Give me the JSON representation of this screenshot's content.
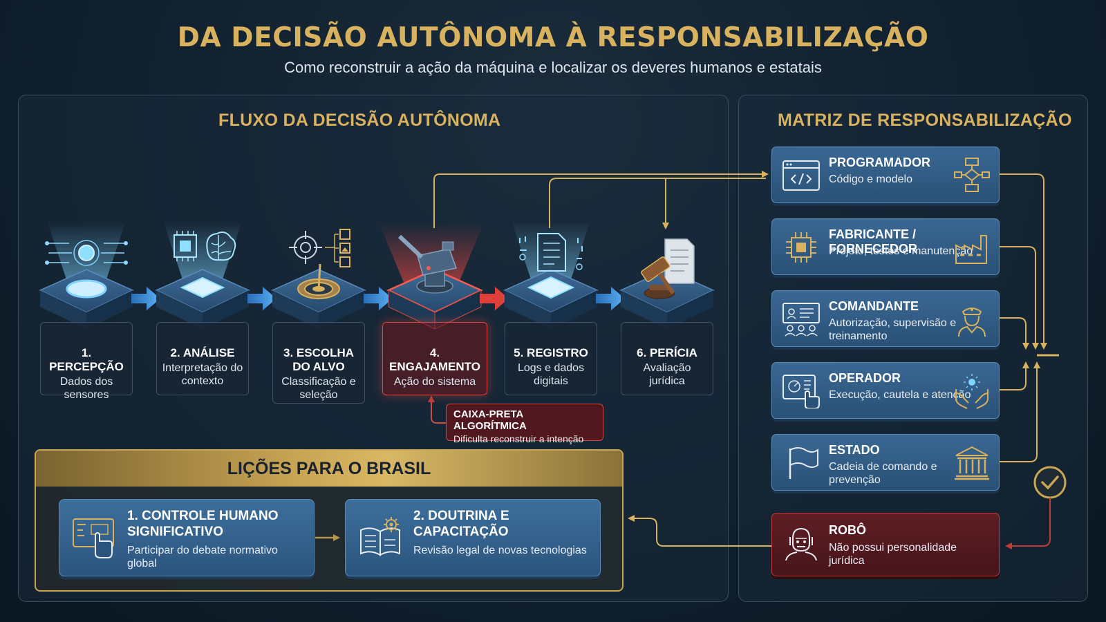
{
  "title": "DA DECISÃO AUTÔNOMA À RESPONSABILIZAÇÃO",
  "subtitle": "Como reconstruir a ação da máquina e localizar os deveres humanos e estatais",
  "flow": {
    "title": "FLUXO DA DECISÃO AUTÔNOMA",
    "steps": [
      {
        "name": "1. PERCEPÇÃO",
        "desc": "Dados dos sensores",
        "icon": "sensor-icon"
      },
      {
        "name": "2. ANÁLISE",
        "desc": "Interpretação do contexto",
        "icon": "brain-chip-icon"
      },
      {
        "name": "3. ESCOLHA DO ALVO",
        "desc": "Classificação e seleção",
        "icon": "target-icon"
      },
      {
        "name": "4. ENGAJAMENTO",
        "desc": "Ação do sistema",
        "icon": "turret-icon"
      },
      {
        "name": "5. REGISTRO",
        "desc": "Logs e dados digitais",
        "icon": "log-document-icon"
      },
      {
        "name": "6. PERÍCIA",
        "desc": "Avaliação jurídica",
        "icon": "gavel-icon"
      }
    ],
    "blackbox": {
      "title": "CAIXA-PRETA ALGORÍTMICA",
      "desc": "Dificulta reconstruir a intenção"
    }
  },
  "lessons": {
    "title": "LIÇÕES PARA O BRASIL",
    "items": [
      {
        "title": "1. CONTROLE HUMANO SIGNIFICATIVO",
        "desc": "Participar do debate normativo global",
        "icon": "touch-screen-icon"
      },
      {
        "title": "2. DOUTRINA E CAPACITAÇÃO",
        "desc": "Revisão legal de novas tecnologias",
        "icon": "book-gear-icon"
      }
    ]
  },
  "matrix": {
    "title": "MATRIZ DE RESPONSABILIZAÇÃO",
    "roles": [
      {
        "title": "PROGRAMADOR",
        "desc": "Código e modelo",
        "left_icon": "code-window-icon",
        "right_icon": "flowchart-icon"
      },
      {
        "title": "FABRICANTE / FORNECEDOR",
        "desc": "Projeto, testes e manutenção",
        "left_icon": "chip-icon",
        "right_icon": "factory-icon"
      },
      {
        "title": "COMANDANTE",
        "desc": "Autorização, supervisão e treinamento",
        "left_icon": "briefing-icon",
        "right_icon": "officer-icon"
      },
      {
        "title": "OPERADOR",
        "desc": "Execução, cautela e atenção",
        "left_icon": "control-panel-icon",
        "right_icon": "hands-icon"
      },
      {
        "title": "ESTADO",
        "desc": "Cadeia de comando e prevenção",
        "left_icon": "flag-icon",
        "right_icon": "institution-icon"
      }
    ],
    "robot": {
      "title": "ROBÔ",
      "desc": "Não possui personalidade jurídica",
      "icon": "robot-head-icon"
    }
  },
  "colors": {
    "gold": "#d8b25e",
    "blue_card": "#3a6893",
    "alert_red": "#e0403a",
    "arrow_blue": "#3d8ee0",
    "background": "#10202e"
  }
}
